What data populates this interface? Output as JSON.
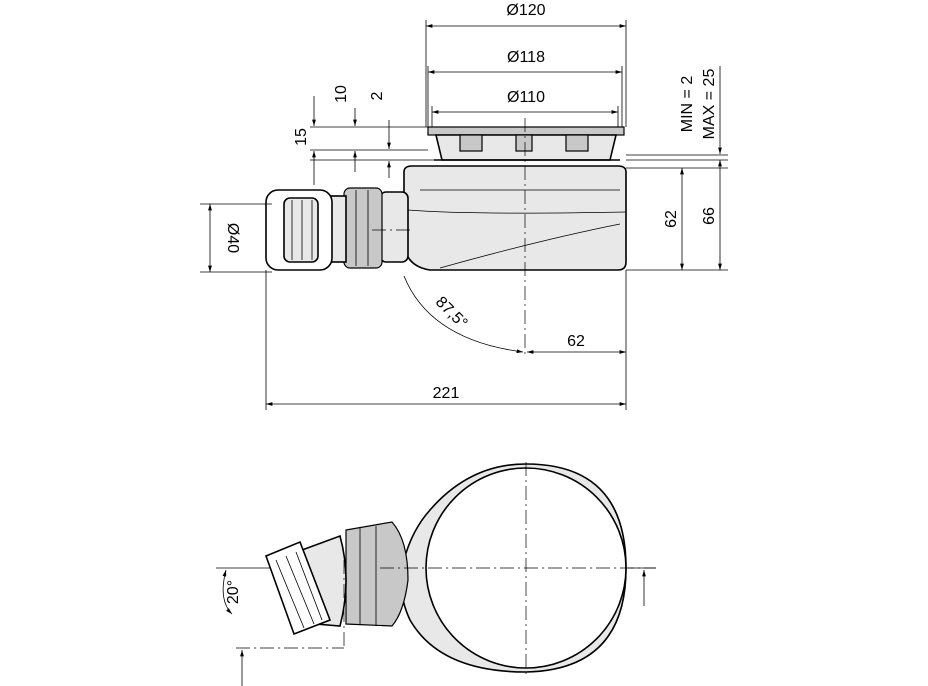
{
  "drawing": {
    "side_view": {
      "dims": {
        "d120": "Ø120",
        "d118": "Ø118",
        "d110": "Ø110",
        "h10": "10",
        "h2": "2",
        "h15": "15",
        "h62_right": "62",
        "h66": "66",
        "min": "MIN = 2",
        "max": "MAX = 25",
        "d40": "Ø40",
        "angle": "87,5°",
        "w62": "62",
        "w221": "221"
      }
    },
    "top_view": {
      "dims": {
        "angle20": "20°"
      }
    }
  },
  "colors": {
    "ink": "#000000",
    "body_fill": "#e8e8e8",
    "shade_fill": "#c8c8c8",
    "paper": "#ffffff"
  }
}
